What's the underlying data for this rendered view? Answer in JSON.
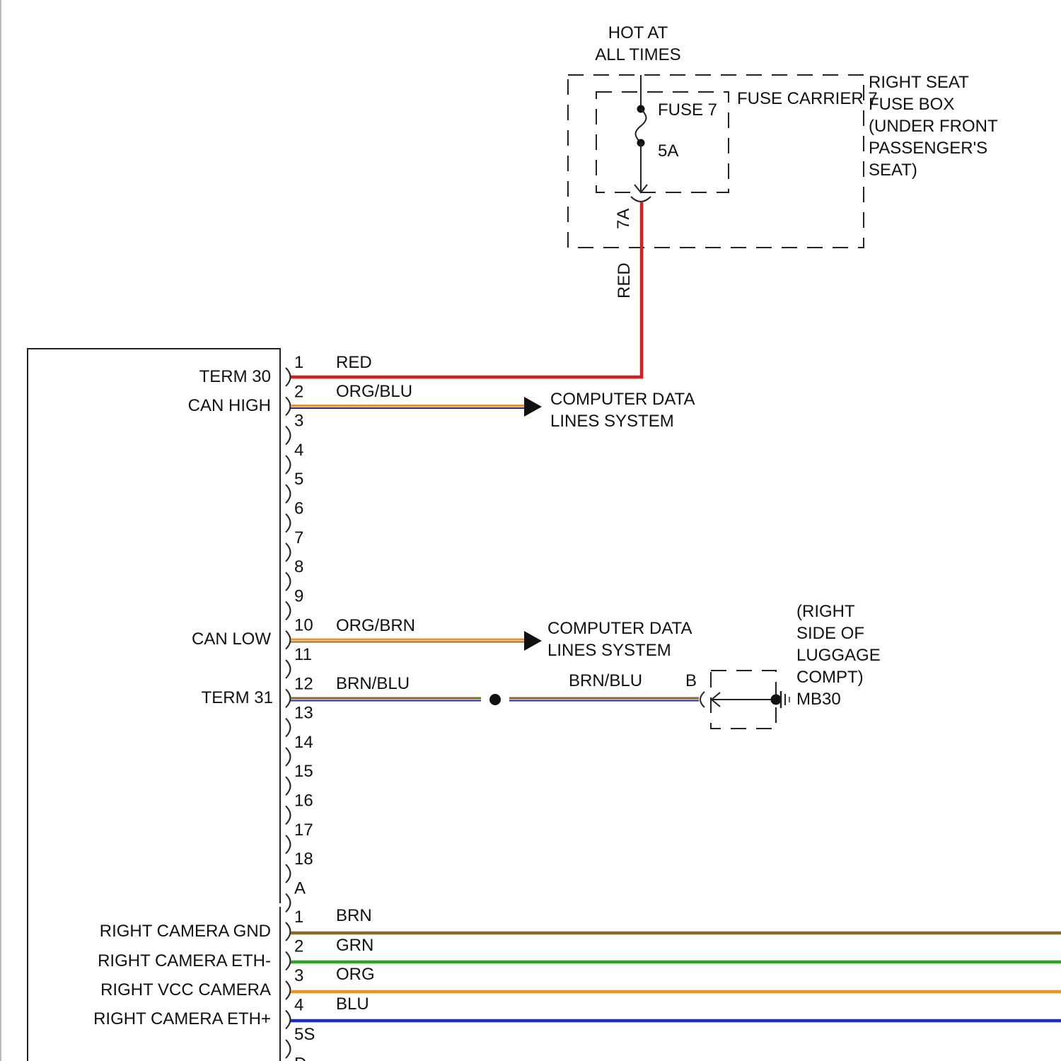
{
  "top": {
    "hot_line1": "HOT AT",
    "hot_line2": "ALL TIMES"
  },
  "fuse_box": {
    "label_lines": [
      "RIGHT SEAT",
      "FUSE BOX",
      "(UNDER FRONT",
      "PASSENGER'S",
      "SEAT)"
    ],
    "carrier_label": "FUSE CARRIER 7",
    "fuse_name": "FUSE 7",
    "fuse_rating": "5A",
    "connector": "7A",
    "wire_color": "RED"
  },
  "module": {
    "connector1_pins": [
      "1",
      "2",
      "3",
      "4",
      "5",
      "6",
      "7",
      "8",
      "9",
      "10",
      "11",
      "12",
      "13",
      "14",
      "15",
      "16",
      "17",
      "18",
      "A"
    ],
    "connector2_pins": [
      "1",
      "2",
      "3",
      "4",
      "5S",
      "D"
    ],
    "term30": "TERM 30",
    "can_high": "CAN HIGH",
    "can_low": "CAN LOW",
    "term31": "TERM 31",
    "cam_gnd": "RIGHT CAMERA GND",
    "cam_eth_minus": "RIGHT CAMERA ETH-",
    "cam_vcc": "RIGHT VCC CAMERA",
    "cam_eth_plus": "RIGHT CAMERA ETH+"
  },
  "wires": {
    "pin1": "RED",
    "pin2": "ORG/BLU",
    "pin10": "ORG/BRN",
    "pin12": "BRN/BLU",
    "pin12_b": "BRN/BLU",
    "cam1": "BRN",
    "cam2": "GRN",
    "cam3": "ORG",
    "cam4": "BLU"
  },
  "destinations": {
    "cdl1_line1": "COMPUTER DATA",
    "cdl1_line2": "LINES SYSTEM",
    "cdl2_line1": "COMPUTER DATA",
    "cdl2_line2": "LINES SYSTEM"
  },
  "ground": {
    "connector": "B",
    "location_lines": [
      "(RIGHT",
      "SIDE OF",
      "LUGGAGE",
      "COMPT)"
    ],
    "name": "MB30"
  },
  "colors": {
    "red": "#e01b1b",
    "orange": "#f0921e",
    "blue": "#1b2ad0",
    "brown": "#8a6a26",
    "green": "#2ea31f"
  }
}
